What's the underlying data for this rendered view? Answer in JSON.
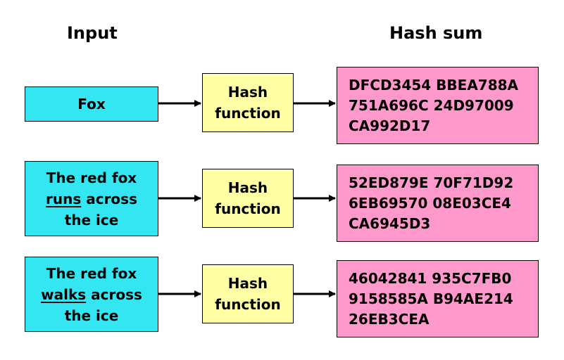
{
  "headers": {
    "input": "Input",
    "hash_sum": "Hash sum"
  },
  "colors": {
    "input_box": "#33E6F2",
    "function_box": "#FFFFA6",
    "hash_box": "#FF99CC",
    "border": "#000000"
  },
  "rows": [
    {
      "input": {
        "line1": "Fox"
      },
      "function": {
        "line1": "Hash",
        "line2": "function"
      },
      "hash": {
        "line1": "DFCD3454 BBEA788A",
        "line2": "751A696C 24D97009",
        "line3": "CA992D17"
      }
    },
    {
      "input": {
        "line1": "The red fox",
        "underlined": "runs",
        "line2_rest": " across",
        "line3": "the ice"
      },
      "function": {
        "line1": "Hash",
        "line2": "function"
      },
      "hash": {
        "line1": "52ED879E 70F71D92",
        "line2": "6EB69570 08E03CE4",
        "line3": "CA6945D3"
      }
    },
    {
      "input": {
        "line1": "The red fox",
        "underlined": "walks",
        "line2_rest": " across",
        "line3": "the ice"
      },
      "function": {
        "line1": "Hash",
        "line2": "function"
      },
      "hash": {
        "line1": "46042841 935C7FB0",
        "line2": "9158585A B94AE214",
        "line3": "26EB3CEA"
      }
    }
  ]
}
